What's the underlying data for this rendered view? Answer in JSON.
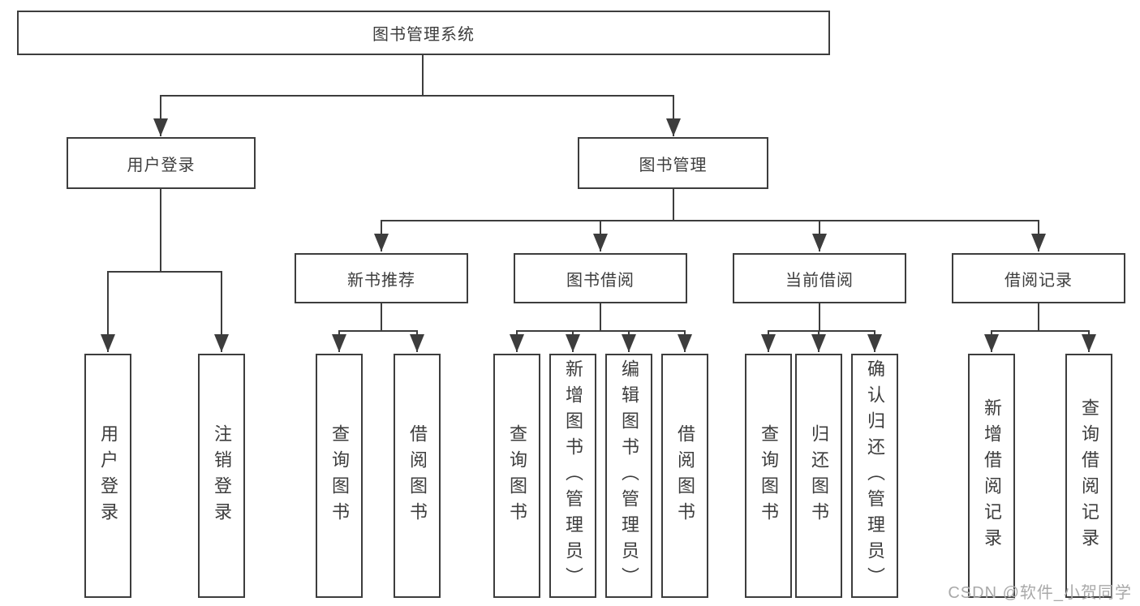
{
  "tree": {
    "label": "图书管理系统",
    "children": [
      {
        "label": "用户登录",
        "children": [
          {
            "label": "用户登录"
          },
          {
            "label": "注销登录"
          }
        ]
      },
      {
        "label": "图书管理",
        "children": [
          {
            "label": "新书推荐",
            "children": [
              {
                "label": "查询图书"
              },
              {
                "label": "借阅图书"
              }
            ]
          },
          {
            "label": "图书借阅",
            "children": [
              {
                "label": "查询图书"
              },
              {
                "label": "新增图书（管理员）"
              },
              {
                "label": "编辑图书（管理员）"
              },
              {
                "label": "借阅图书"
              }
            ]
          },
          {
            "label": "当前借阅",
            "children": [
              {
                "label": "查询图书"
              },
              {
                "label": "归还图书"
              },
              {
                "label": "确认归还（管理员）"
              }
            ]
          },
          {
            "label": "借阅记录",
            "children": [
              {
                "label": "新增借阅记录"
              },
              {
                "label": "查询借阅记录"
              }
            ]
          }
        ]
      }
    ]
  },
  "watermark": {
    "text": "CSDN @软件_小贺同学"
  },
  "colors": {
    "line": "#3d3d3d",
    "text": "#3d3d3d",
    "box_background": "#ffffff",
    "watermark": "#a9a9a9",
    "page_background": "#ffffff"
  }
}
